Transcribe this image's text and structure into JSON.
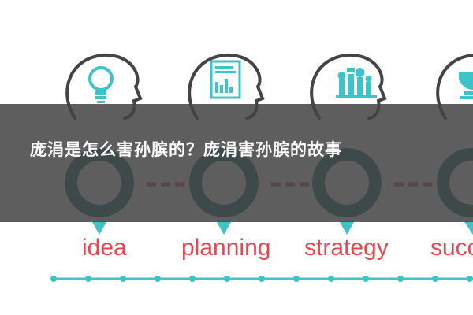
{
  "overlay_title": "庞涓是怎么害孙膑的？庞涓害孙膑的故事",
  "infographic": {
    "steps": [
      {
        "label": "idea",
        "icon": "lightbulb-icon"
      },
      {
        "label": "planning",
        "icon": "document-chart-icon"
      },
      {
        "label": "strategy",
        "icon": "chess-pieces-icon"
      },
      {
        "label": "succ",
        "icon": "trophy-icon"
      }
    ],
    "colors": {
      "teal": "#3ec3c9",
      "dark_teal": "#1f6f74",
      "red": "#e5474f",
      "outline": "#444444"
    }
  }
}
